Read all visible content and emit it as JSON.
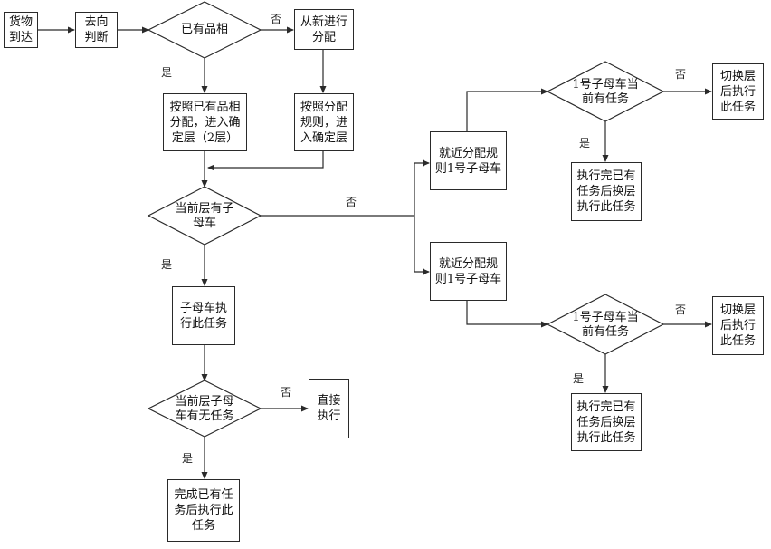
{
  "nodes": {
    "goods_arrive": "货物\n到达",
    "go_check": "去向\n判断",
    "has_bin": "已有品相",
    "new_assign": "从新进行\n分配",
    "by_existing": "按照已有品相\n分配，进入确\n定层（2层）",
    "by_rule": "按照分配\n规则，进\n入确定层",
    "has_shuttle": "当前层有子\n母车",
    "shuttle_exec": "子母车执\n行此任务",
    "shuttle_busy": "当前层子母\n车有无任务",
    "direct_exec": "直接\n执行",
    "finish_then": "完成已有任\n务后执行此\n任务",
    "nearest_1": "就近分配规\n则1号子母车",
    "nearest_2": "就近分配规\n则1号子母车",
    "car1_busy": "1号子母车当\n前有任务",
    "car2_busy": "1号子母车当\n前有任务",
    "switch_1": "切换层\n后执行\n此任务",
    "switch_2": "切换层\n后执行\n此任务",
    "finish_switch_1": "执行完已有\n任务后换层\n执行此任务",
    "finish_switch_2": "执行完已有\n任务后换层\n执行此任务"
  },
  "labels": {
    "yes": "是",
    "no": "否"
  }
}
